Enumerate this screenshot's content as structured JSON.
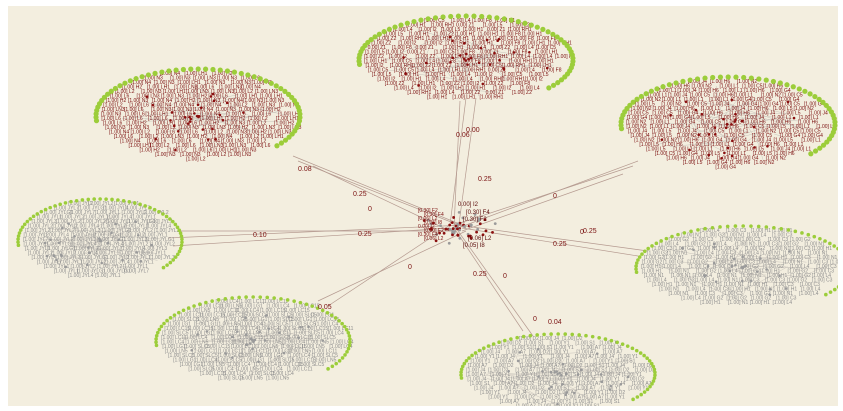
{
  "colors": {
    "background": "#f3eedf",
    "node_green": "#9ccd3a",
    "node_red": "#8b0f0f",
    "node_grey": "#9a9a9a",
    "edge": "#b59a90",
    "label_red": "#7a1010"
  },
  "hub": {
    "labels": [
      "[0.30] F2",
      "[0.30] F4",
      "[0.06] L2",
      "[0.05] I8",
      "0.00] I2"
    ]
  },
  "edge_labels": [
    "0.00",
    "0.06",
    "0.08",
    "0.25",
    "0",
    "0.10",
    "0.05",
    "0.04",
    "0.25",
    "0",
    "0.25",
    "0",
    "0.25",
    "0",
    "0.25",
    "0",
    "0.25",
    "0"
  ],
  "clusters": [
    {
      "id": "top",
      "style": "red",
      "labels": [
        "[1.00] RH1",
        "[1.00] L4",
        "0.00] Z1",
        "[1.00] C5",
        "[1.00] F8",
        "[1.00] L5",
        "[1.00] Z2",
        "[1.00] H1",
        "[1.00] LH1",
        "[1.00] I2"
      ]
    },
    {
      "id": "top-left",
      "style": "red",
      "labels": [
        "[1.00] LN3",
        "[1.00] L6",
        "[1.00] N4",
        "[1.00] LH1",
        "[1.00] H2",
        "[1.00] N3",
        "[1.00] L2"
      ]
    },
    {
      "id": "top-right",
      "style": "red",
      "labels": [
        "[1.00] G4",
        "[1.00] L1",
        "[1.00] J4",
        "[1.00] C5",
        "[1.00] L5",
        "[1.00] N2",
        "[1.00] H6"
      ]
    },
    {
      "id": "left",
      "style": "grey",
      "labels": [
        "[1.00] JYL7",
        "[1.00] JYL4",
        "[1.00] JYL2",
        "[1.00] JYL3",
        "[1.00] JYLG1",
        "[1.00] JYL1"
      ]
    },
    {
      "id": "right",
      "style": "grey",
      "labels": [
        "[1.00] H1",
        "[1.00] L4",
        "[1.00] G2",
        "[1.00] N1",
        "[1.00] C3"
      ]
    },
    {
      "id": "bottom-left",
      "style": "grey",
      "labels": [
        "[1.00] LC15",
        "[1.00] LC11",
        "[1.00] LC4",
        "[1.00] LG1",
        "[1.00] LN5",
        "[1.00] SLC5"
      ]
    },
    {
      "id": "bottom-right",
      "style": "grey",
      "labels": [
        "[1.00] A7",
        "[1.00] D2",
        "[1.00] Y1",
        "[1.00] J4",
        "[1.00] S1"
      ]
    }
  ]
}
